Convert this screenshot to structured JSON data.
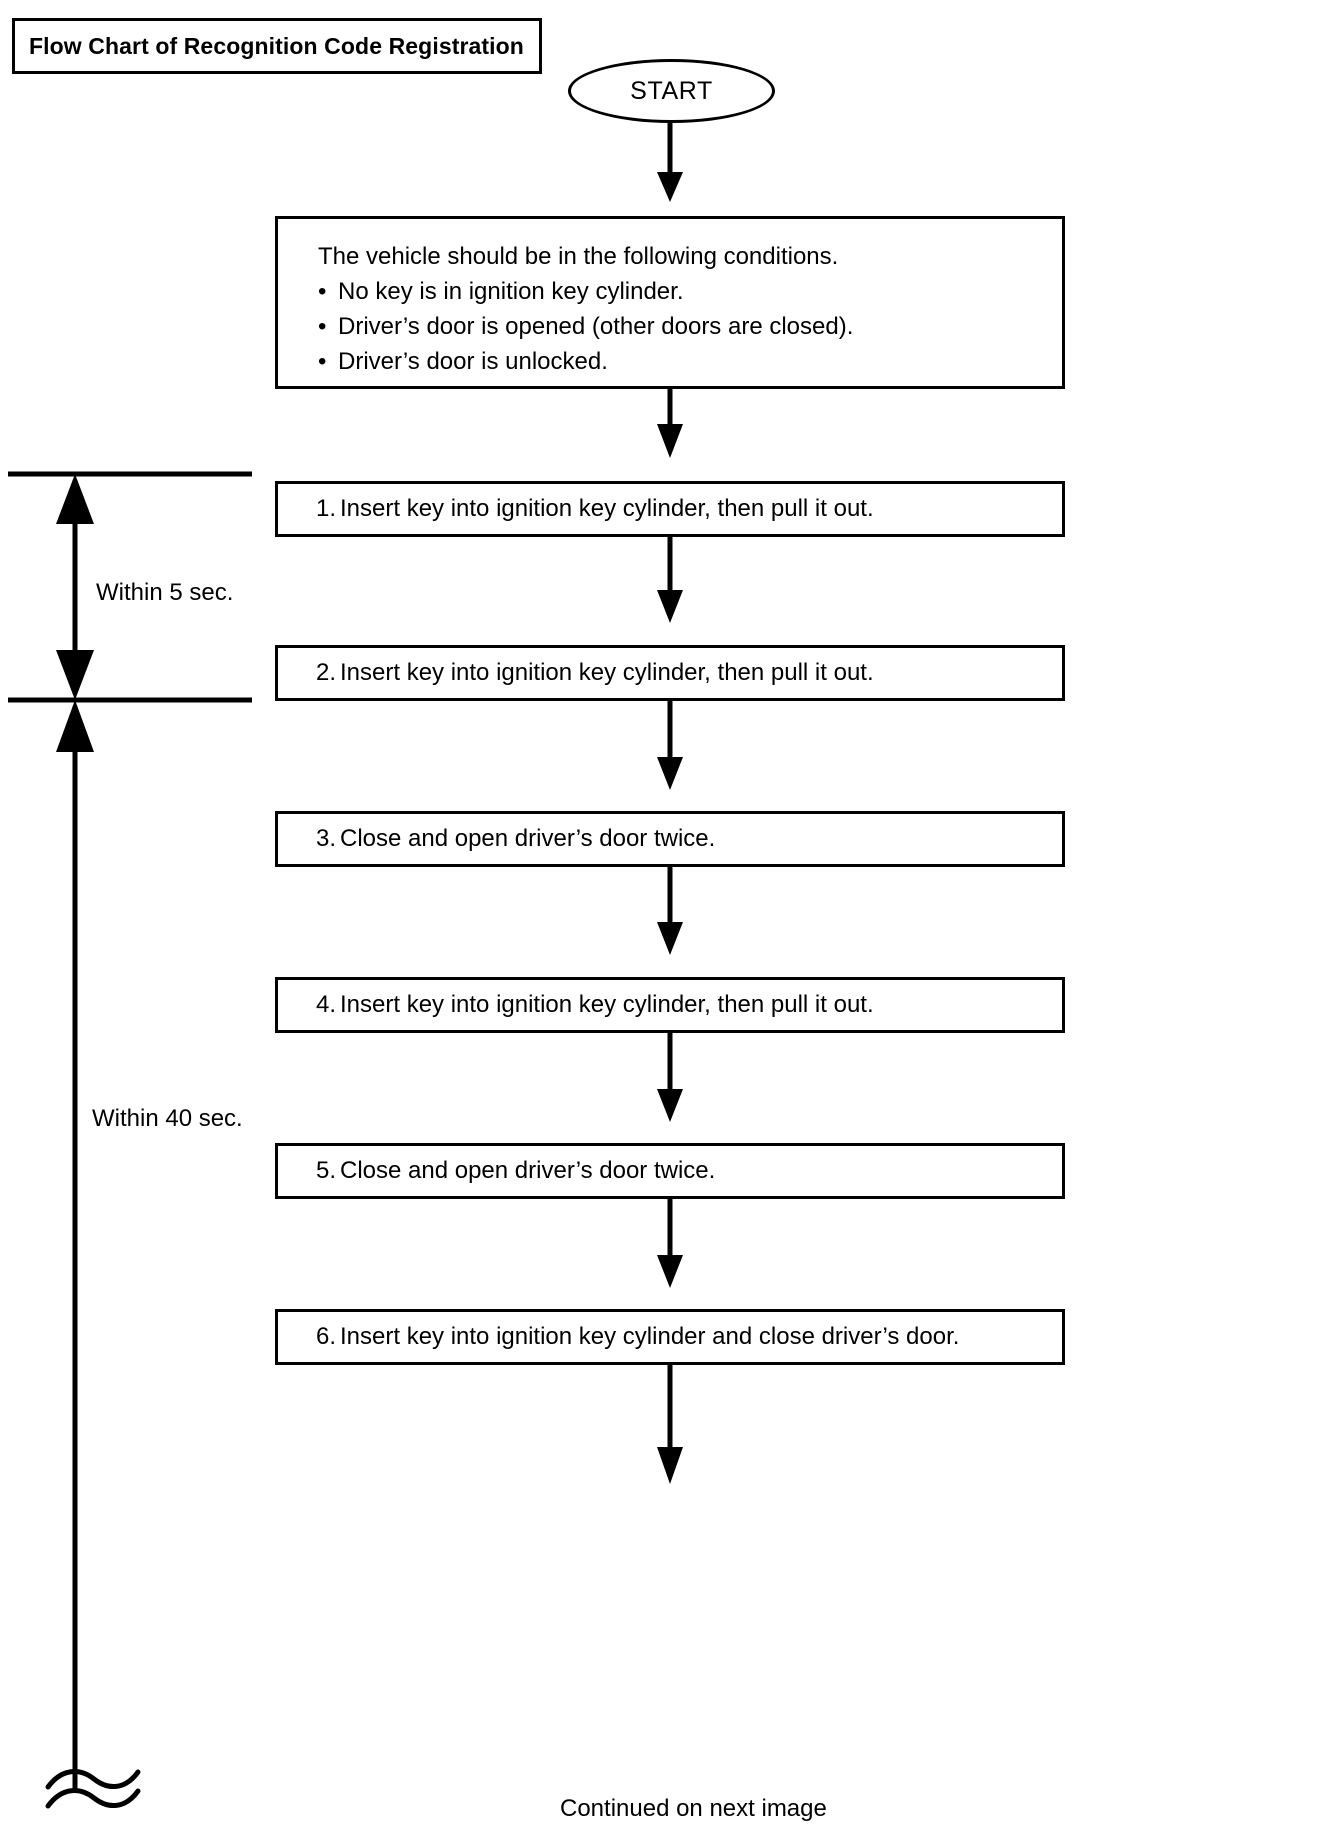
{
  "figure": {
    "title": "Flow Chart of Recognition Code Registration",
    "type": "flowchart",
    "start_label": "START",
    "footer": "Continued on next image"
  },
  "conditions_box": {
    "heading": "The vehicle should be in the following conditions.",
    "bullets": [
      "No key is in ignition key cylinder.",
      "Driver’s door is opened (other doors are closed).",
      "Driver’s door is unlocked."
    ]
  },
  "steps": [
    {
      "num": "1.",
      "text": "Insert key into ignition key cylinder, then pull it out."
    },
    {
      "num": "2.",
      "text": "Insert key into ignition key cylinder, then pull it out."
    },
    {
      "num": "3.",
      "text": "Close and open driver’s door twice."
    },
    {
      "num": "4.",
      "text": "Insert key into ignition key cylinder, then pull it out."
    },
    {
      "num": "5.",
      "text": "Close and open driver’s door twice."
    },
    {
      "num": "6.",
      "text": "Insert key into ignition key cylinder and close driver’s door."
    }
  ],
  "timing": {
    "within_5_sec": "Within 5 sec.",
    "within_40_sec": "Within 40 sec."
  },
  "colors": {
    "line": "#000000",
    "background": "#ffffff",
    "text": "#000000"
  }
}
